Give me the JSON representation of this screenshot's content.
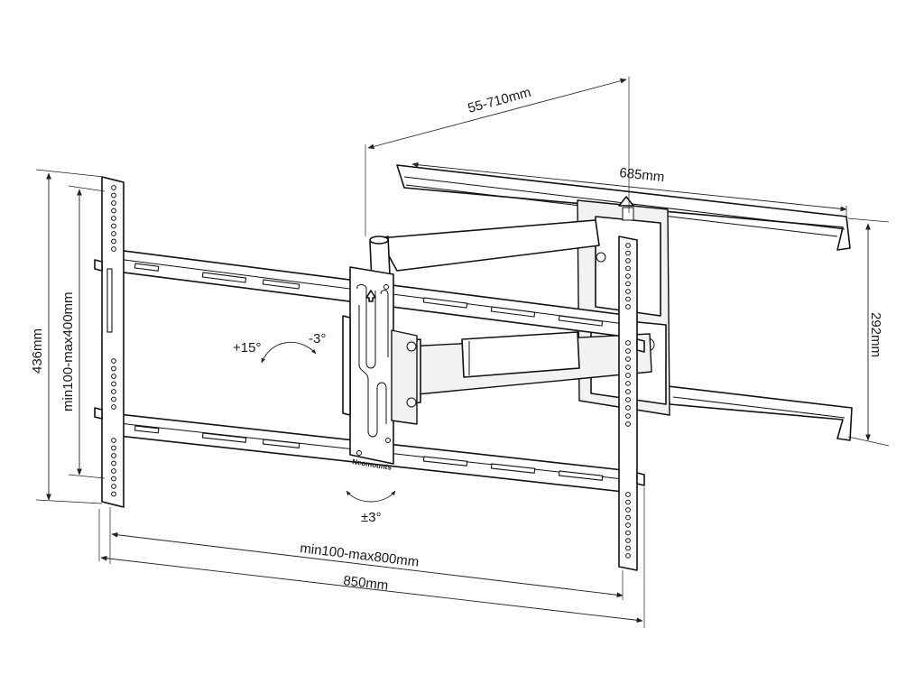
{
  "dimensions": {
    "depth": "55-710mm",
    "arm_width": "685mm",
    "arm_height": "292mm",
    "total_height": "436mm",
    "vesa_vertical": "min100-max400mm",
    "vesa_horizontal": "min100-max800mm",
    "total_width": "850mm"
  },
  "rotations": {
    "tilt_up": "+15°",
    "tilt_down": "-3°",
    "level": "±3°"
  },
  "brand": "Neomounts"
}
